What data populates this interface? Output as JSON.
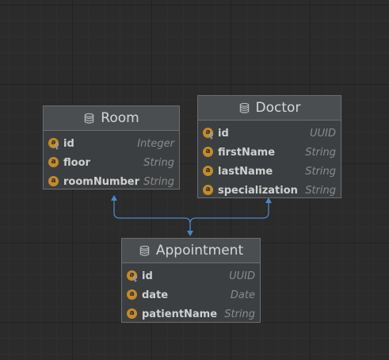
{
  "entities": {
    "room": {
      "title": "Room",
      "fields": [
        {
          "name": "id",
          "type": "Integer",
          "key": true
        },
        {
          "name": "floor",
          "type": "String",
          "key": false
        },
        {
          "name": "roomNumber",
          "type": "String",
          "key": false
        }
      ]
    },
    "doctor": {
      "title": "Doctor",
      "fields": [
        {
          "name": "id",
          "type": "UUID",
          "key": true
        },
        {
          "name": "firstName",
          "type": "String",
          "key": false
        },
        {
          "name": "lastName",
          "type": "String",
          "key": false
        },
        {
          "name": "specialization",
          "type": "String",
          "key": false
        }
      ]
    },
    "appointment": {
      "title": "Appointment",
      "fields": [
        {
          "name": "id",
          "type": "UUID",
          "key": true
        },
        {
          "name": "date",
          "type": "Date",
          "key": false
        },
        {
          "name": "patientName",
          "type": "String",
          "key": false
        }
      ]
    }
  },
  "icons": {
    "table": "database-table-icon",
    "field": "field-icon",
    "key": "primary-key-icon"
  },
  "field_badge_letter": "a",
  "colors": {
    "canvas_background": "#2b2b2b",
    "entity_body": "#3c3f41",
    "entity_header": "#4b4e50",
    "entity_border": "#6d6d6d",
    "link": "#4a88c7",
    "field_icon": "#c58b2a"
  }
}
